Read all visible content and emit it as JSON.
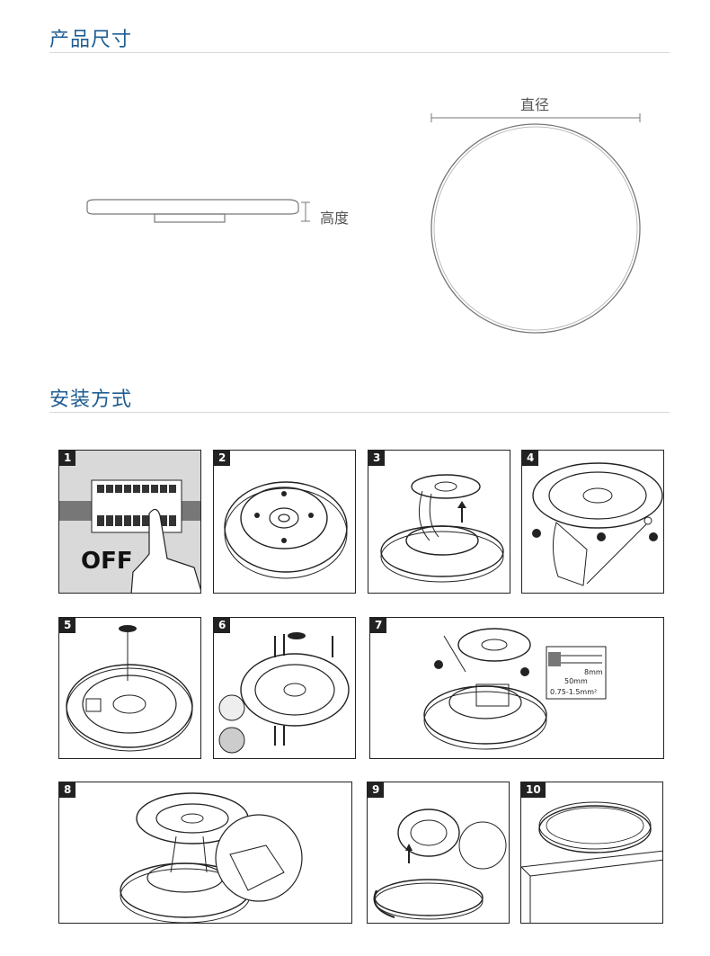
{
  "sections": {
    "dimensions": {
      "title": "产品尺寸"
    },
    "install": {
      "title": "安装方式"
    }
  },
  "dimensions": {
    "diameter_label": "直径",
    "height_label": "高度"
  },
  "steps": [
    {
      "num": "1",
      "caption": "OFF"
    },
    {
      "num": "2"
    },
    {
      "num": "3"
    },
    {
      "num": "4"
    },
    {
      "num": "5"
    },
    {
      "num": "6"
    },
    {
      "num": "7",
      "wire_spec": {
        "strip": "8mm",
        "length": "50mm",
        "gauge": "0.75-1.5mm²"
      }
    },
    {
      "num": "8"
    },
    {
      "num": "9"
    },
    {
      "num": "10"
    }
  ]
}
